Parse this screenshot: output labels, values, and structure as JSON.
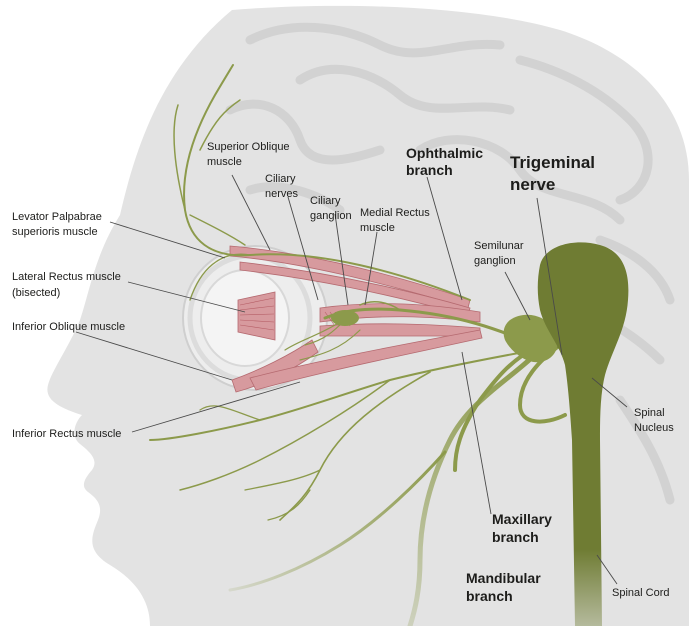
{
  "labels": {
    "levator_line1": "Levator Palpabrae",
    "levator_line2": "superioris muscle",
    "lateral_line1": "Lateral Rectus muscle",
    "lateral_line2": "(bisected)",
    "inferior_oblique": "Inferior Oblique muscle",
    "inferior_rectus": "Inferior Rectus muscle",
    "superior_oblique_line1": "Superior Oblique",
    "superior_oblique_line2": "muscle",
    "ciliary_nerves_line1": "Ciliary",
    "ciliary_nerves_line2": "nerves",
    "ciliary_ganglion_line1": "Ciliary",
    "ciliary_ganglion_line2": "ganglion",
    "medial_rectus_line1": "Medial Rectus",
    "medial_rectus_line2": "muscle",
    "ophthalmic_line1": "Ophthalmic",
    "ophthalmic_line2": "branch",
    "trigeminal_line1": "Trigeminal",
    "trigeminal_line2": "nerve",
    "semilunar_line1": "Semilunar",
    "semilunar_line2": "ganglion",
    "spinal_nucleus_line1": "Spinal",
    "spinal_nucleus_line2": "Nucleus",
    "maxillary_line1": "Maxillary",
    "maxillary_line2": "branch",
    "mandibular_line1": "Mandibular",
    "mandibular_line2": "branch",
    "spinal_cord": "Spinal Cord"
  },
  "colors": {
    "head_fill": "#e3e3e3",
    "brain_fold": "#d4d4d4",
    "nerve": "#8c9a4b",
    "nerve_dark": "#6f7c33",
    "muscle": "#d79a9e",
    "label_text": "#1d1d1b"
  }
}
